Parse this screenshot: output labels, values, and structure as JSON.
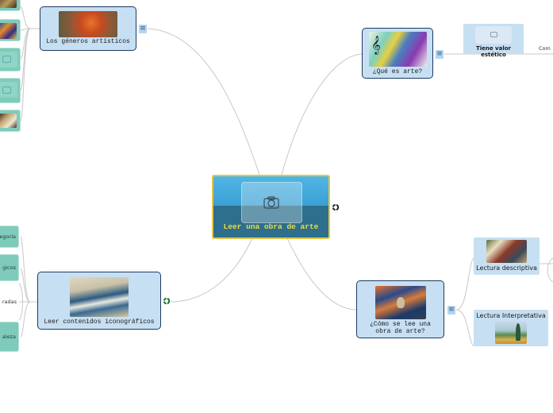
{
  "central": {
    "label": "Leer una obra de arte",
    "icon": "camera-icon"
  },
  "topics": {
    "generos": {
      "label": "Los géneros artísticos",
      "image": "painting-thumbnail",
      "menu_icon": "menu-icon"
    },
    "que_es": {
      "label": "¿Qué es arte?",
      "image": "art-collage-thumbnail",
      "menu_icon": "menu-icon"
    },
    "iconograficos": {
      "label": "Leer contenidos iconográficos",
      "image": "great-wave-thumbnail",
      "status_icon": "sync-icon"
    },
    "como_lee": {
      "label_line1": "¿Cómo se lee una",
      "label_line2": "obra de arte?",
      "image": "scream-thumbnail",
      "menu_icon": "menu-icon"
    }
  },
  "subtopics": {
    "valor_estetico": {
      "label": "Tiene valor estético",
      "icon": "camera-icon"
    },
    "valor_next": {
      "label": "Com"
    },
    "descriptiva": {
      "label": "Lectura descriptiva",
      "image": "crowd-painting-thumbnail"
    },
    "interpretativa": {
      "label": "Lectura Interpretativa",
      "image": "wheat-field-thumbnail"
    }
  },
  "left_children_top": [
    {
      "image": "dark-painting-thumbnail"
    },
    {
      "image": "city-painting-thumbnail"
    },
    {
      "icon": "camera-icon"
    },
    {
      "icon": "camera-icon"
    },
    {
      "image": "figure-painting-thumbnail"
    }
  ],
  "left_children_bottom": [
    {
      "label": "egoría"
    },
    {
      "label": "gicos"
    },
    {
      "label": "radas"
    },
    {
      "label": "aleza"
    }
  ],
  "colors": {
    "topic_fill": "#c6dff2",
    "topic_border": "#1f3a5f",
    "central_border": "#e8c547",
    "central_text": "#f4dd3a",
    "teal_fill": "#7ecbbb",
    "link": "#c8c8c8"
  }
}
